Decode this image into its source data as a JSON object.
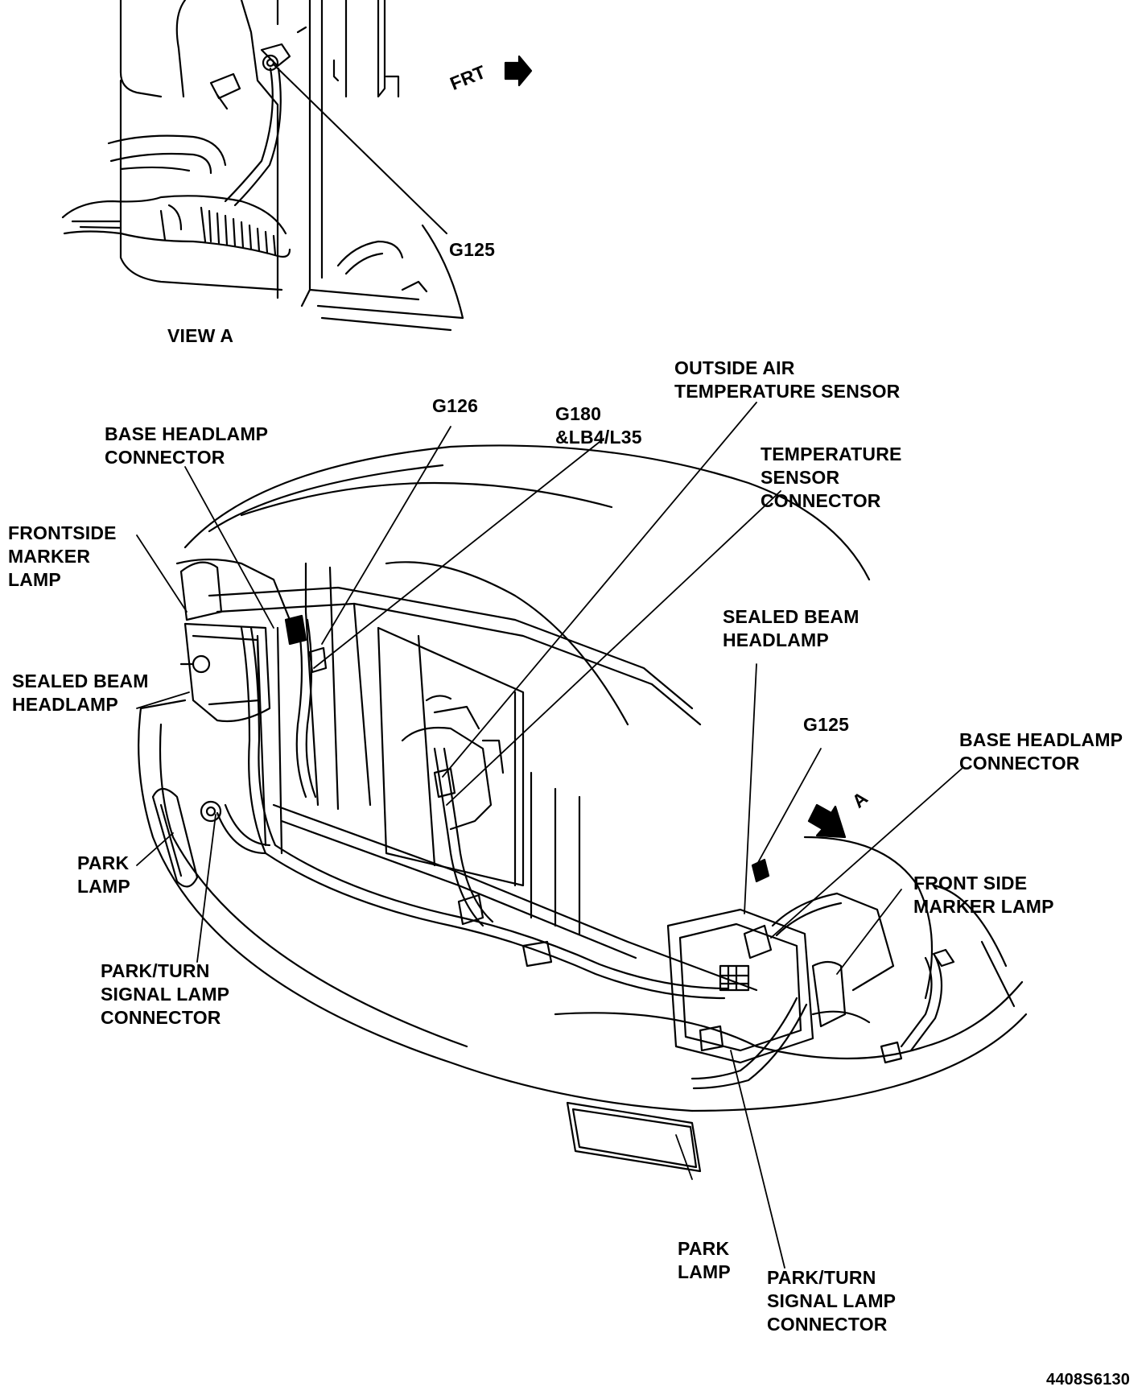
{
  "view_a": {
    "title": "VIEW  A",
    "frt": "FRT",
    "g125": "G125"
  },
  "labels": {
    "g126": "G126",
    "g180_l1": "G180",
    "g180_l2": "&LB4/L35",
    "oat_l1": "OUTSIDE AIR",
    "oat_l2": "TEMPERATURE SENSOR",
    "tsc_l1": "TEMPERATURE",
    "tsc_l2": "SENSOR",
    "tsc_l3": "CONNECTOR",
    "bhc_left_l1": "BASE HEADLAMP",
    "bhc_left_l2": "CONNECTOR",
    "fsm_left_l1": "FRONTSIDE",
    "fsm_left_l2": "MARKER",
    "fsm_left_l3": "LAMP",
    "sbh_left_l1": "SEALED BEAM",
    "sbh_left_l2": "HEADLAMP",
    "park_left_l1": "PARK",
    "park_left_l2": "LAMP",
    "ptc_left_l1": "PARK/TURN",
    "ptc_left_l2": "SIGNAL LAMP",
    "ptc_left_l3": "CONNECTOR",
    "sbh_right_l1": "SEALED BEAM",
    "sbh_right_l2": "HEADLAMP",
    "g125": "G125",
    "bhc_right_l1": "BASE HEADLAMP",
    "bhc_right_l2": "CONNECTOR",
    "fsm_right_l1": "FRONT SIDE",
    "fsm_right_l2": "MARKER LAMP",
    "view_arrow": "A",
    "park_right_l1": "PARK",
    "park_right_l2": "LAMP",
    "ptc_right_l1": "PARK/TURN",
    "ptc_right_l2": "SIGNAL LAMP",
    "ptc_right_l3": "CONNECTOR"
  },
  "figure_id": "4408S6130"
}
